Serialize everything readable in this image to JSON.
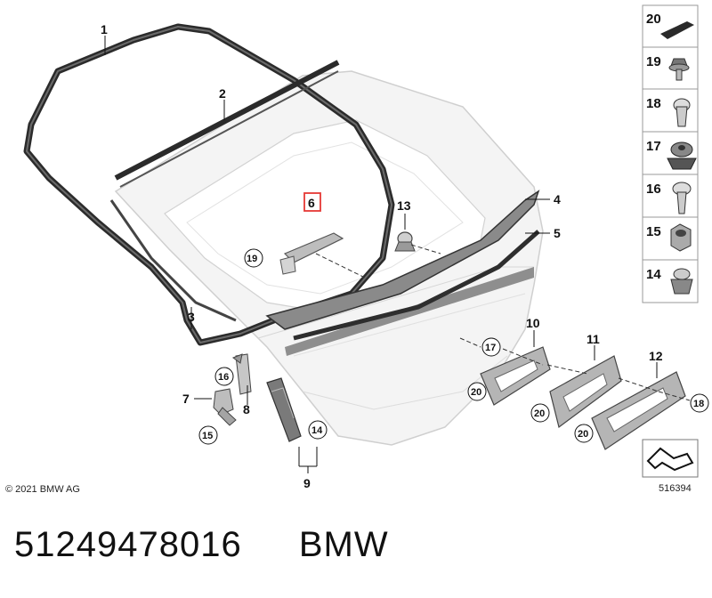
{
  "diagram": {
    "copyright": "© 2021 BMW AG",
    "image_number": "516394",
    "highlighted_part": "6",
    "callouts": [
      "1",
      "2",
      "3",
      "4",
      "5",
      "6",
      "7",
      "8",
      "9",
      "10",
      "11",
      "12",
      "13"
    ],
    "circled_callouts": [
      "14",
      "15",
      "16",
      "17",
      "18",
      "19",
      "20"
    ],
    "side_panel": [
      "20",
      "19",
      "18",
      "17",
      "16",
      "15",
      "14"
    ]
  },
  "footer": {
    "part_number": "51249478016",
    "brand": "BMW"
  }
}
